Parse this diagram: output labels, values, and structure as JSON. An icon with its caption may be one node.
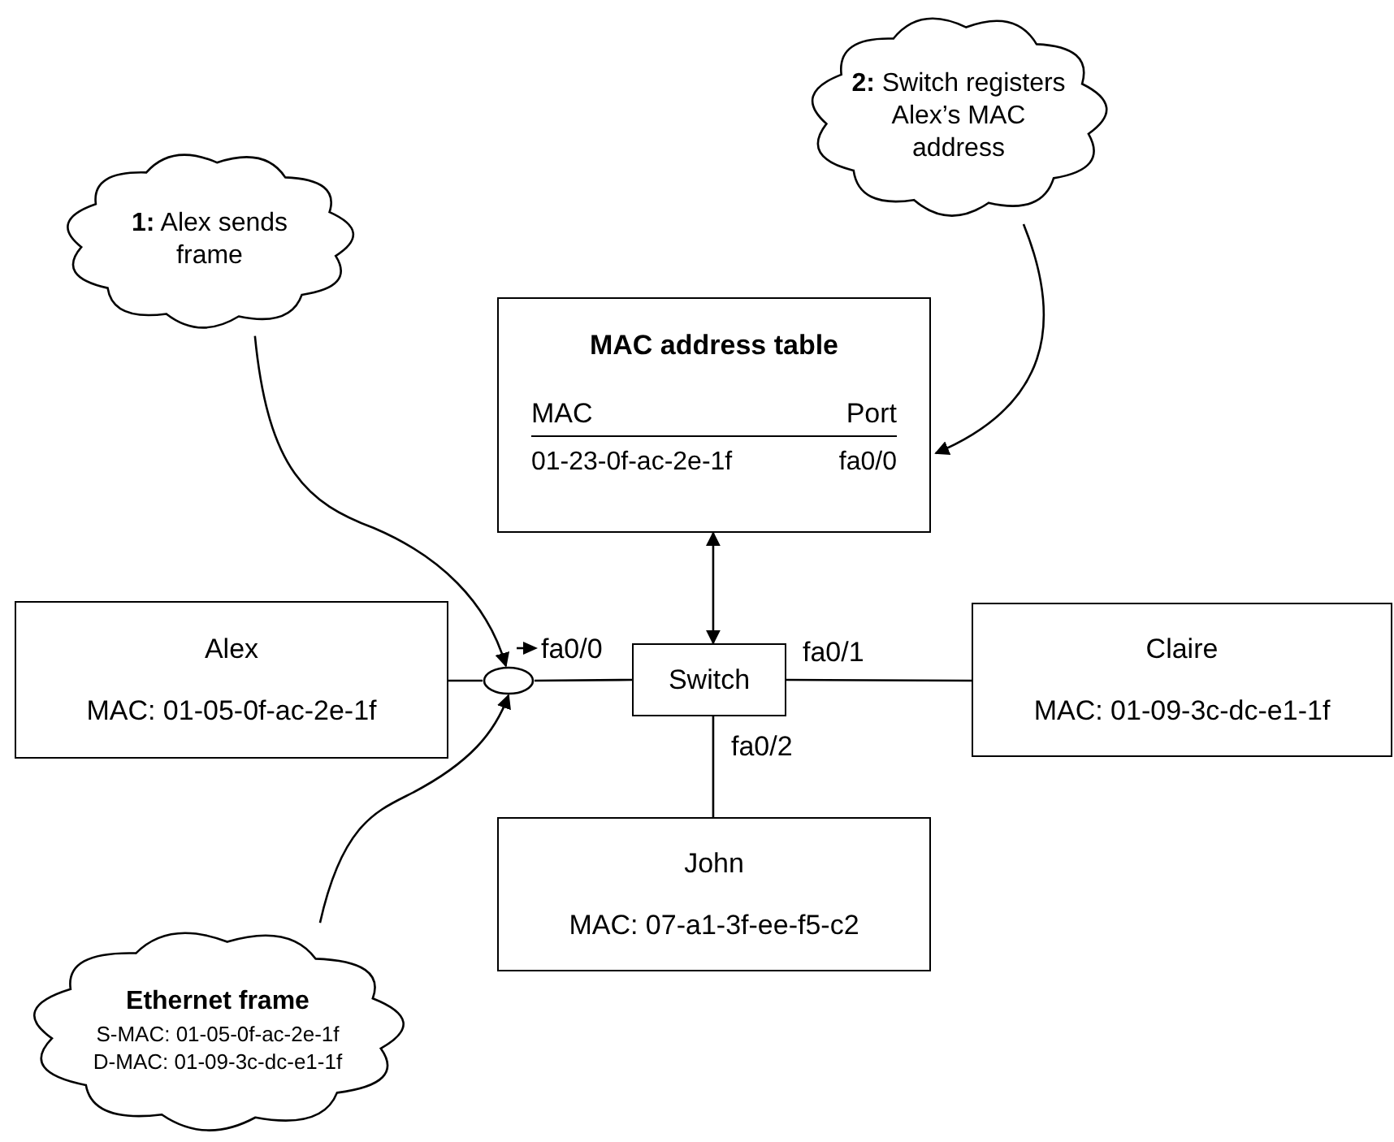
{
  "diagram": {
    "nodes": [
      {
        "text": [
          "**1:** Alex sends frame"
        ]
      },
      {
        "text": [
          "**2:** Switch registers Alex’s MAC address"
        ]
      },
      {
        "text": [
          "MAC address table",
          "MAC",
          "Port",
          "01-23-0f-ac-2e-1f",
          "fa0/0"
        ]
      },
      {
        "text": [
          "Alex",
          "MAC: 01-05-0f-ac-2e-1f"
        ]
      },
      {
        "text": [],
        "shape": "circle"
      },
      {
        "text": [
          "Switch"
        ]
      },
      {
        "text": [
          "Claire",
          "MAC: 01-09-3c-dc-e1-1f"
        ]
      },
      {
        "text": [
          "John",
          "MAC: 07-a1-3f-ee-f5-c2"
        ]
      },
      {
        "text": [
          "Ethernet frame",
          "S-MAC: 01-05-0f-ac-2e-1f",
          "D-MAC: 01-09-3c-dc-e1-1f"
        ]
      }
    ],
    "edges": [
      {
        "from": 0,
        "to": 4,
        "arrow": "to"
      },
      {
        "from": 1,
        "to": 2,
        "arrow": "to"
      },
      {
        "from": 2,
        "to": 5,
        "arrow": "both"
      },
      {
        "from": 3,
        "to": 4,
        "arrow": "none"
      },
      {
        "from": 4,
        "to": 5,
        "arrow": "none",
        "label": "fa0/0"
      },
      {
        "from": 5,
        "to": 6,
        "arrow": "none",
        "label": "fa0/1"
      },
      {
        "from": 5,
        "to": 7,
        "arrow": "none",
        "label": "fa0/2"
      },
      {
        "from": 8,
        "to": 4,
        "arrow": "to"
      }
    ]
  }
}
